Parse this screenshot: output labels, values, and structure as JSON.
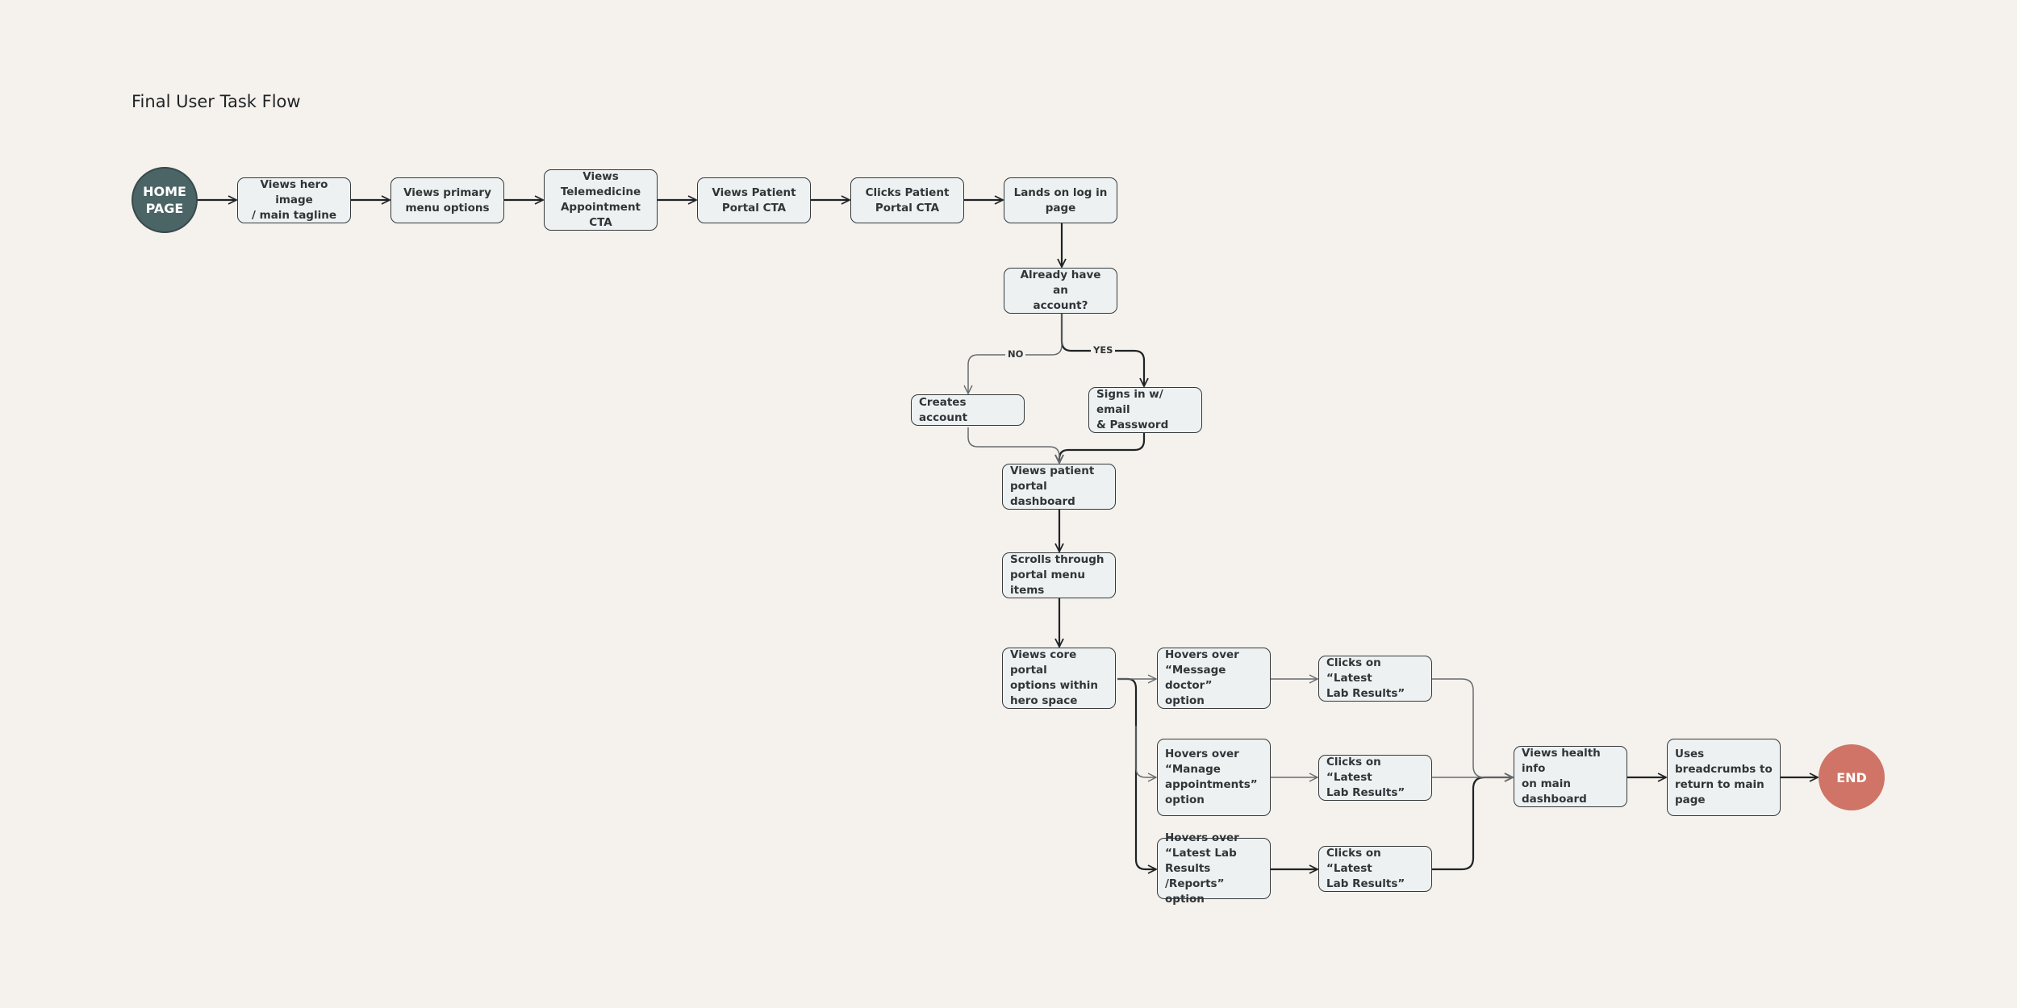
{
  "title": "Final User Task Flow",
  "colors": {
    "background": "#f5f2ed",
    "start": "#4b6466",
    "end": "#cf7466",
    "box_fill": "#edf1f1",
    "stroke": "#34393c"
  },
  "nodes": {
    "start": "HOME\nPAGE",
    "hero": "Views hero image\n/ main tagline",
    "menu": "Views primary\nmenu options",
    "tele": "Views\nTelemedicine\nAppointment CTA",
    "portal_cta": "Views Patient\nPortal CTA",
    "click_cta": "Clicks Patient\nPortal CTA",
    "login": "Lands on log in\npage",
    "account_q": "Already have an\naccount?",
    "create": "Creates account",
    "signin": "Signs  in w/ email\n& Password",
    "dashboard": "Views patient\nportal dashboard",
    "scroll": "Scrolls through\nportal menu items",
    "core": "Views core portal\noptions within\nhero space",
    "hover_msg": "Hovers over\n“Message doctor”\noption",
    "hover_appt": "Hovers over\n“Manage\nappointments”\noption",
    "hover_lab": "Hovers over\n“Latest Lab Results\n/Reports” option",
    "click_lab1": "Clicks on “Latest\nLab Results”",
    "click_lab2": "Clicks on “Latest\nLab Results”",
    "click_lab3": "Clicks on “Latest\nLab Results”",
    "health": "Views health info\non main\ndashboard",
    "breadcrumbs": "Uses\nbreadcrumbs to\nreturn to main\npage",
    "end": "END"
  },
  "labels": {
    "no": "NO",
    "yes": "YES"
  }
}
